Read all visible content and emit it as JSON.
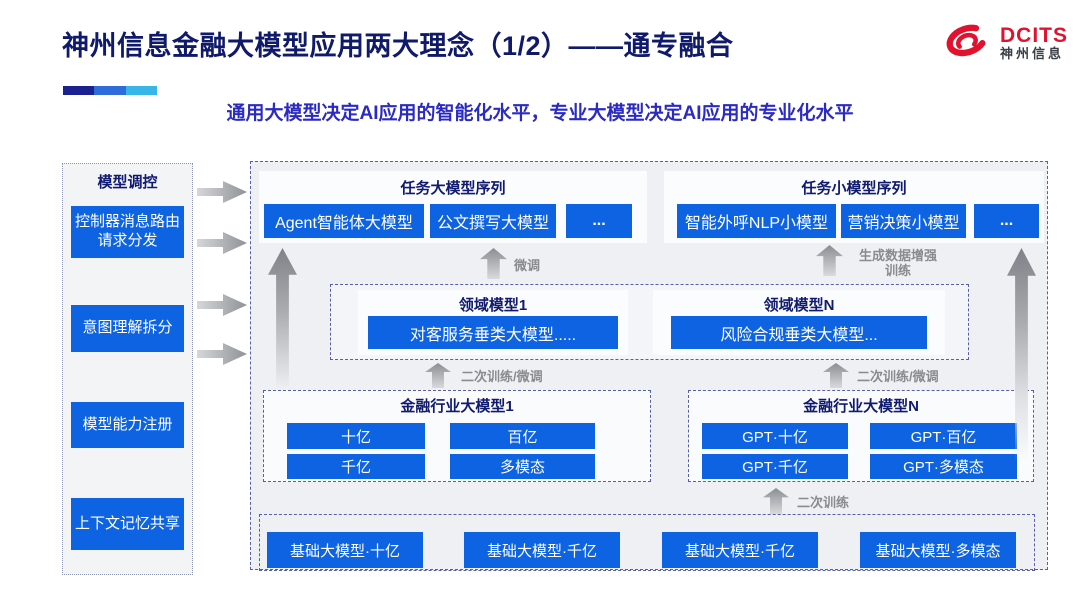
{
  "slide": {
    "title": "神州信息金融大模型应用两大理念（1/2）——通专融合",
    "subtitle": "通用大模型决定AI应用的智能化水平，专业大模型决定AI应用的专业化水平"
  },
  "logo": {
    "brand": "DCITS",
    "brand_cn": "神州信息"
  },
  "colors": {
    "node_blue": "#0e63e3",
    "title_navy": "#101a6b",
    "subtitle_blue": "#2b2bc4",
    "brand_red": "#e2122f",
    "arrow_gray": "#919396",
    "accent_bar": [
      "#1b2290",
      "#2e6cd9",
      "#38b6e8"
    ]
  },
  "sidebar": {
    "title": "模型调控",
    "items": [
      "控制器消息路由请求分发",
      "意图理解拆分",
      "模型能力注册",
      "上下文记忆共享"
    ]
  },
  "task_large": {
    "title": "任务大模型序列",
    "items": [
      "Agent智能体大模型",
      "公文撰写大模型",
      "..."
    ]
  },
  "task_small": {
    "title": "任务小模型序列",
    "items": [
      "智能外呼NLP小模型",
      "营销决策小模型",
      "..."
    ]
  },
  "domain": {
    "box1": {
      "title": "领域模型1",
      "item": "对客服务垂类大模型....."
    },
    "boxN": {
      "title": "领域模型N",
      "item": "风险合规垂类大模型..."
    }
  },
  "industry": {
    "box1": {
      "title": "金融行业大模型1",
      "items": [
        "十亿",
        "百亿",
        "千亿",
        "多模态"
      ]
    },
    "boxN": {
      "title": "金融行业大模型N",
      "items": [
        "GPT·十亿",
        "GPT·百亿",
        "GPT·千亿",
        "GPT·多模态"
      ]
    }
  },
  "base": {
    "items": [
      "基础大模型·十亿",
      "基础大模型·千亿",
      "基础大模型·千亿",
      "基础大模型·多模态"
    ]
  },
  "arrows": {
    "fine_tune": "微调",
    "gen_data_line1": "生成数据增强",
    "gen_data_line2": "训练",
    "retrain_ft_left": "二次训练/微调",
    "retrain_ft_right": "二次训练/微调",
    "retrain": "二次训练"
  }
}
